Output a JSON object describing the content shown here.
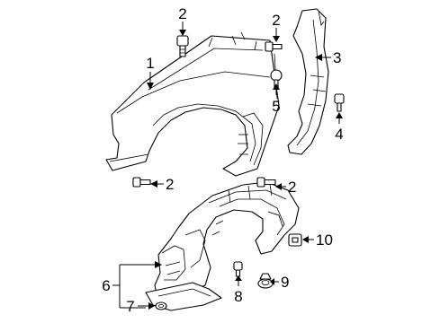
{
  "callouts": {
    "c1": "1",
    "c2a": "2",
    "c2b": "2",
    "c2c": "2",
    "c2d": "2",
    "c3": "3",
    "c4": "4",
    "c5": "5",
    "c6": "6",
    "c7": "7",
    "c8": "8",
    "c9": "9",
    "c10": "10"
  }
}
